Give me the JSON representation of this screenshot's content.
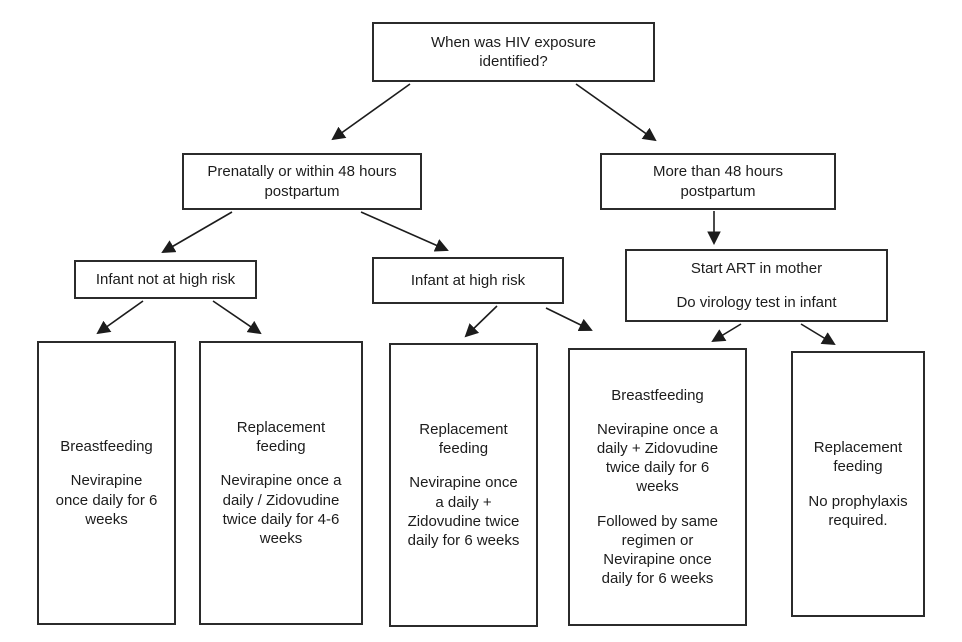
{
  "diagram": {
    "type": "flowchart",
    "colors": {
      "background": "#ffffff",
      "border": "#2b2b2b",
      "text": "#1c1c1c",
      "arrow": "#1c1c1c"
    },
    "nodes": {
      "root": {
        "paragraphs": [
          "When was HIV exposure identified?"
        ]
      },
      "early_exposure": {
        "paragraphs": [
          "Prenatally or within 48 hours postpartum"
        ]
      },
      "late_exposure": {
        "paragraphs": [
          "More than 48 hours postpartum"
        ]
      },
      "infant_not_high_risk": {
        "paragraphs": [
          "Infant not at high risk"
        ]
      },
      "infant_high_risk": {
        "paragraphs": [
          "Infant at high risk"
        ]
      },
      "start_art": {
        "paragraphs": [
          "Start ART in mother",
          "Do virology test in infant"
        ]
      },
      "breastfeeding_low_risk": {
        "paragraphs": [
          "Breastfeeding",
          "Nevirapine once daily for 6 weeks"
        ]
      },
      "replacement_low_risk": {
        "paragraphs": [
          "Replacement feeding",
          "Nevirapine once a daily / Zidovudine twice daily for 4-6 weeks"
        ]
      },
      "replacement_high_risk": {
        "paragraphs": [
          "Replacement feeding",
          "Nevirapine once a daily + Zidovudine twice daily for 6 weeks"
        ]
      },
      "breastfeeding_late": {
        "paragraphs": [
          "Breastfeeding",
          "Nevirapine once a daily + Zidovudine twice daily for 6 weeks",
          "Followed by same regimen or Nevirapine once daily for 6 weeks"
        ]
      },
      "replacement_late": {
        "paragraphs": [
          "Replacement feeding",
          "No prophylaxis required."
        ]
      }
    },
    "edges": [
      {
        "from": "root",
        "to": "early_exposure"
      },
      {
        "from": "root",
        "to": "late_exposure"
      },
      {
        "from": "early_exposure",
        "to": "infant_not_high_risk"
      },
      {
        "from": "early_exposure",
        "to": "infant_high_risk"
      },
      {
        "from": "late_exposure",
        "to": "start_art"
      },
      {
        "from": "infant_not_high_risk",
        "to": "breastfeeding_low_risk"
      },
      {
        "from": "infant_not_high_risk",
        "to": "replacement_low_risk"
      },
      {
        "from": "infant_high_risk",
        "to": "replacement_high_risk"
      },
      {
        "from": "infant_high_risk",
        "to": "breastfeeding_late"
      },
      {
        "from": "start_art",
        "to": "breastfeeding_late"
      },
      {
        "from": "start_art",
        "to": "replacement_late"
      }
    ]
  }
}
